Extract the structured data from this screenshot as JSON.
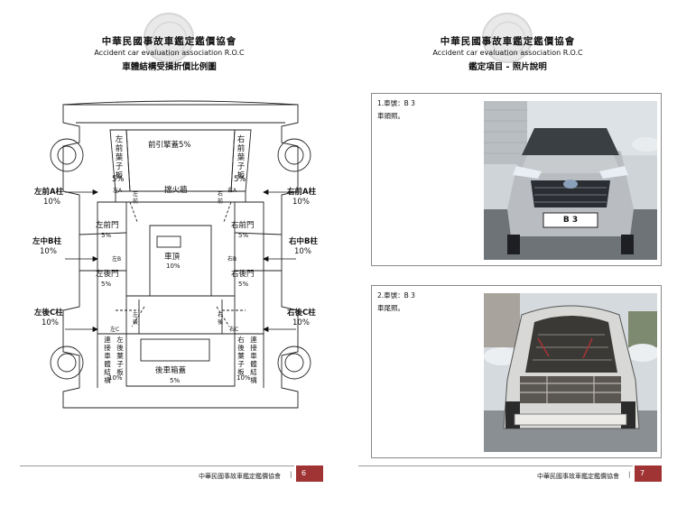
{
  "left_page": {
    "header": {
      "org_name_zh": "中華民國事故車鑑定鑑價協會",
      "org_name_en": "Accident car evaluation association R.O.C",
      "title": "車體結構受損折價比例圖"
    },
    "diagram": {
      "labels": {
        "front_hood": "前引擎蓋",
        "front_hood_pct": "5%",
        "left_front_fender": "左前葉子板",
        "left_front_fender_pct": "5%",
        "right_front_fender": "右前葉子板",
        "right_front_fender_pct": "5%",
        "firewall": "擋火牆",
        "left_a_pillar": "左前A柱",
        "left_a_pillar_pct": "10%",
        "right_a_pillar": "右前A柱",
        "right_a_pillar_pct": "10%",
        "left_front_door": "左前門",
        "left_front_door_pct": "5%",
        "right_front_door": "右前門",
        "right_front_door_pct": "5%",
        "roof": "車頂",
        "roof_pct": "10%",
        "left_b_pillar": "左中B柱",
        "left_b_pillar_pct": "10%",
        "right_b_pillar": "右中B柱",
        "right_b_pillar_pct": "10%",
        "left_rear_door": "左後門",
        "left_rear_door_pct": "5%",
        "right_rear_door": "右後門",
        "right_rear_door_pct": "5%",
        "left_c_pillar": "左後C柱",
        "left_c_pillar_pct": "10%",
        "right_c_pillar": "右後C柱",
        "right_c_pillar_pct": "10%",
        "left_rear_fender": "左後葉子板",
        "right_rear_fender": "右後葉子板",
        "left_rear_struct": "連接車體結構",
        "left_rear_pct": "10%",
        "right_rear_struct": "連接車體結構",
        "right_rear_pct": "10%",
        "trunk_lid": "後車箱蓋",
        "trunk_lid_pct": "5%",
        "mark_a_left": "左A",
        "mark_a_right": "右A",
        "mark_b_left": "左B",
        "mark_b_right": "右B",
        "mark_c_left": "左C",
        "mark_c_right": "右C",
        "small_front_left": "左前",
        "small_front_right": "右前",
        "small_rear_left": "左後",
        "small_rear_right": "右後"
      }
    },
    "footer": {
      "org": "中華民國事故車鑑定鑑價協會",
      "page": "6"
    }
  },
  "right_page": {
    "header": {
      "org_name_zh": "中華民國事故車鑑定鑑價協會",
      "org_name_en": "Accident car evaluation association R.O.C",
      "title": "鑑定項目 - 照片說明"
    },
    "photos": [
      {
        "label": "1.車號：B          3",
        "caption": "車頭照。"
      },
      {
        "label": "2.車號：B          3",
        "caption": "車尾照。"
      }
    ],
    "plate_text": "B      3",
    "footer": {
      "org": "中華民國事故車鑑定鑑價協會",
      "page": "7"
    }
  },
  "colors": {
    "footer_accent": "#a03333",
    "car_silver": "#b9bcc0"
  }
}
